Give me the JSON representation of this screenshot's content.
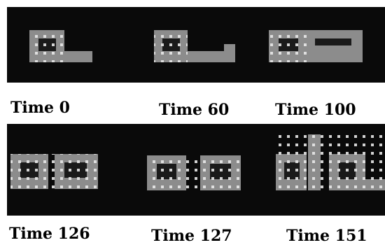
{
  "frames": [
    {
      "label": "Time 0"
    },
    {
      "label": "Time 60"
    },
    {
      "label": "Time 100"
    },
    {
      "label": "Time 126"
    },
    {
      "label": "Time 127"
    },
    {
      "label": "Time 151"
    }
  ]
}
